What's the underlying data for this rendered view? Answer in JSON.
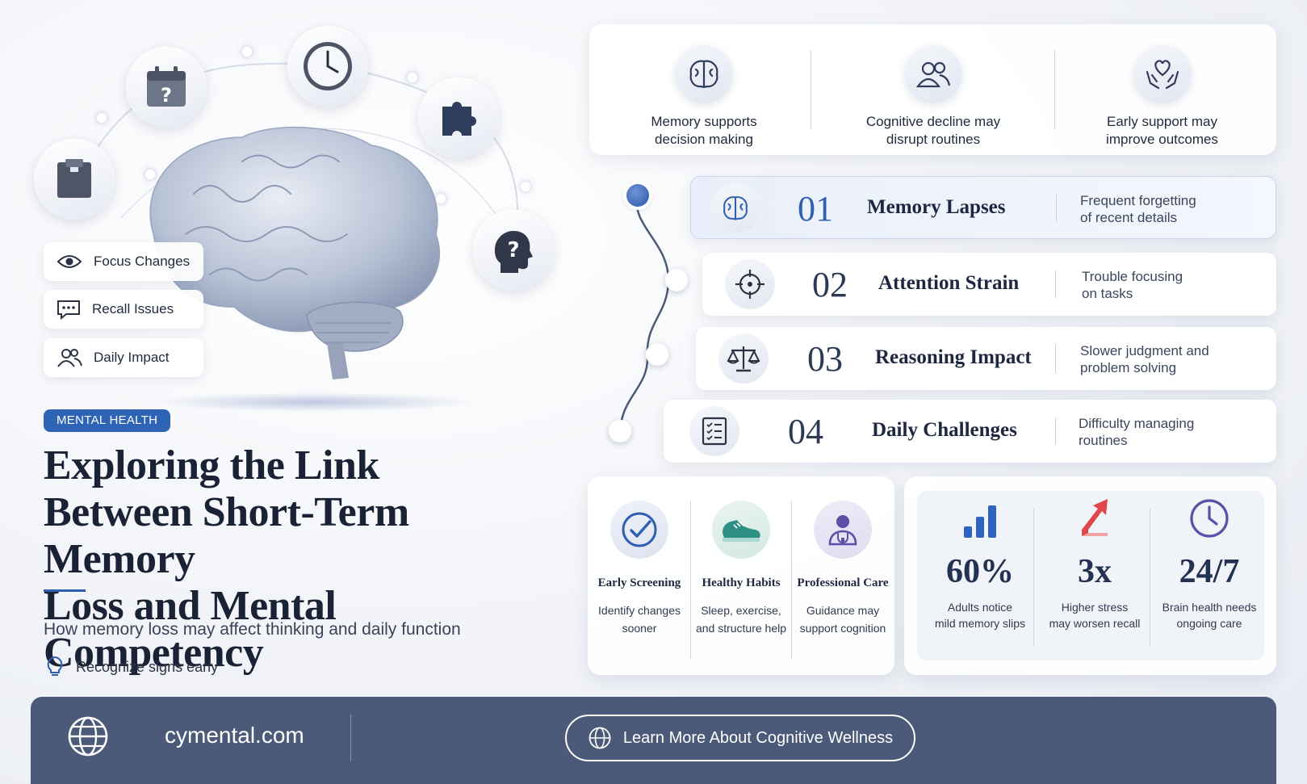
{
  "colors": {
    "accent": "#2f5fae",
    "dark_bar": "#4a5a78",
    "tag_bg": "#2f63b5",
    "red": "#e0474c",
    "purple": "#5b4fa8",
    "teal": "#2e8f84"
  },
  "left": {
    "pills": [
      {
        "label": "Focus Changes",
        "icon": "eye-icon"
      },
      {
        "label": "Recall Issues",
        "icon": "chat-icon"
      },
      {
        "label": "Daily Impact",
        "icon": "people-icon"
      }
    ],
    "floating_icons": [
      "calendar-question-icon",
      "clock-icon",
      "puzzle-icon",
      "clipboard-icon",
      "head-question-icon"
    ],
    "tag": "MENTAL HEALTH",
    "title_line1": "Exploring the Link",
    "title_line2": "Between Short-Term Memory",
    "title_line3": "Loss and Mental Competency",
    "subtitle": "How memory loss may affect thinking and daily function",
    "tip": "Recognize signs early"
  },
  "top_card": [
    {
      "icon": "brain-icon",
      "line1": "Memory supports",
      "line2": "decision making"
    },
    {
      "icon": "people-icon",
      "line1": "Cognitive decline may",
      "line2": "disrupt routines"
    },
    {
      "icon": "heart-hands-icon",
      "line1": "Early support may",
      "line2": "improve outcomes"
    }
  ],
  "rows": [
    {
      "num": "01",
      "title": "Memory Lapses",
      "desc1": "Frequent forgetting",
      "desc2": "of recent details",
      "icon": "brain-icon"
    },
    {
      "num": "02",
      "title": "Attention Strain",
      "desc1": "Trouble focusing",
      "desc2": "on tasks",
      "icon": "target-icon"
    },
    {
      "num": "03",
      "title": "Reasoning Impact",
      "desc1": "Slower judgment and",
      "desc2": "problem solving",
      "icon": "scale-icon"
    },
    {
      "num": "04",
      "title": "Daily Challenges",
      "desc1": "Difficulty managing",
      "desc2": "routines",
      "icon": "checklist-icon"
    }
  ],
  "tips": [
    {
      "title": "Early Screening",
      "desc1": "Identify changes",
      "desc2": "sooner",
      "icon": "check-circle-icon"
    },
    {
      "title": "Healthy Habits",
      "desc1": "Sleep, exercise,",
      "desc2": "and structure help",
      "icon": "shoe-icon"
    },
    {
      "title": "Professional Care",
      "desc1": "Guidance may",
      "desc2": "support cognition",
      "icon": "doctor-icon"
    }
  ],
  "stats": [
    {
      "value": "60%",
      "desc1": "Adults notice",
      "desc2": "mild memory slips",
      "icon": "bar-chart-icon"
    },
    {
      "value": "3x",
      "desc1": "Higher stress",
      "desc2": "may worsen recall",
      "icon": "trend-up-icon"
    },
    {
      "value": "24/7",
      "desc1": "Brain health needs",
      "desc2": "ongoing care",
      "icon": "clock-icon"
    }
  ],
  "footer": {
    "site": "cymental.com",
    "cta": "Learn More About Cognitive Wellness"
  }
}
